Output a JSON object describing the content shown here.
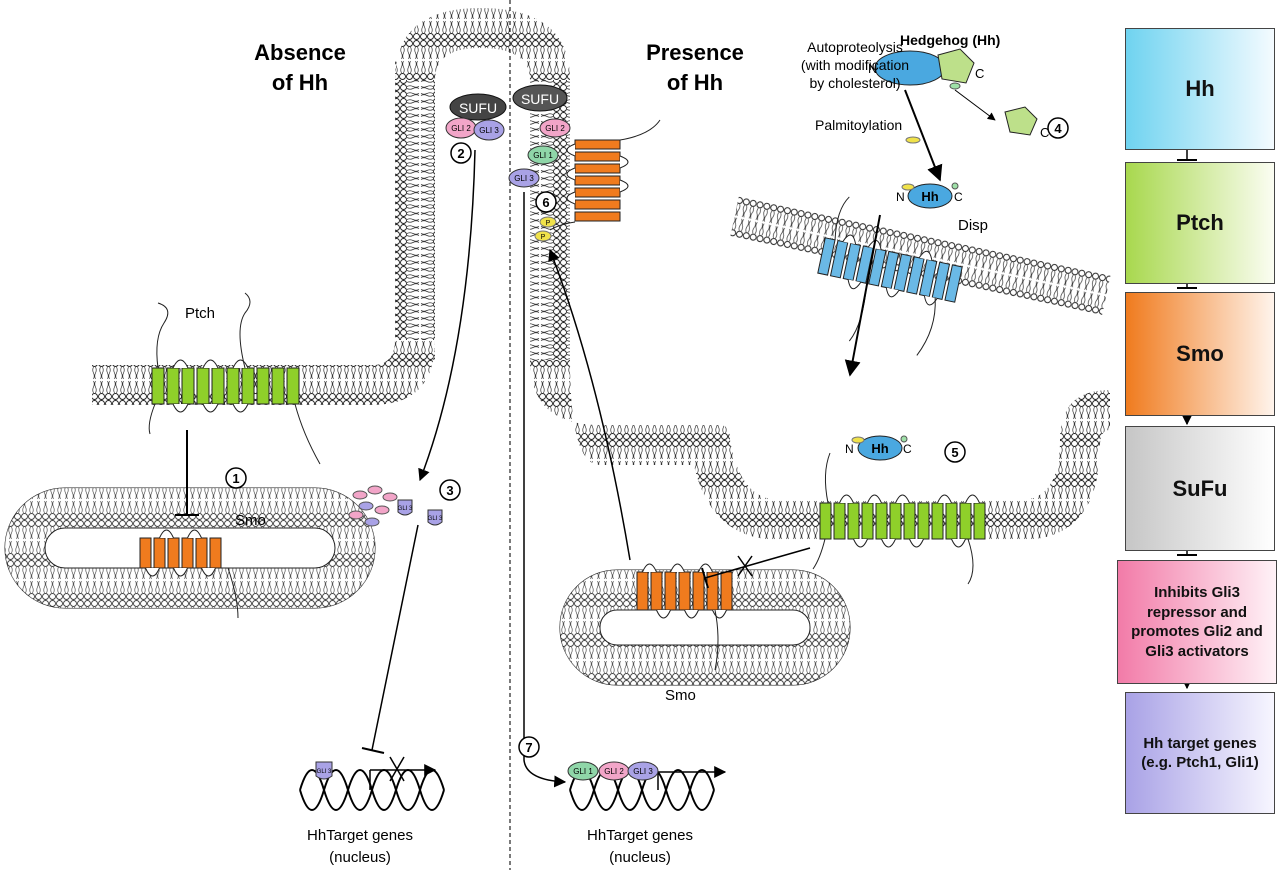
{
  "left": {
    "title_line1": "Absence",
    "title_line2": "of Hh",
    "ptch": "Ptch",
    "smo": "Smo",
    "sufu": "SUFU",
    "gli2": "GLI 2",
    "gli3": "GLI 3",
    "gli3_a": "GLI 3",
    "gli3_b": "GLI 3",
    "gli3_nuc": "GLI 3",
    "genes": "HhTarget genes",
    "nucleus": "(nucleus)",
    "steps": [
      "1",
      "2",
      "3"
    ]
  },
  "right": {
    "title_line1": "Presence",
    "title_line2": "of Hh",
    "hedgehog": "Hedgehog (Hh)",
    "autoproteolysis_1": "Autoproteolysis",
    "autoproteolysis_2": "(with modification",
    "autoproteolysis_3": "by cholesterol)",
    "palmitoylation": "Palmitoylation",
    "n_label": "N",
    "c_label": "C",
    "hh": "Hh",
    "disp": "Disp",
    "smo": "Smo",
    "sufu": "SUFU",
    "gli1": "GLI 1",
    "gli2": "GLI 2",
    "gli3": "GLI 3",
    "p": "P",
    "genes": "HhTarget genes",
    "nucleus": "(nucleus)",
    "steps": [
      "4",
      "5",
      "6",
      "7"
    ]
  },
  "pathway": {
    "boxes": [
      {
        "label": "Hh",
        "color_from": "#6fd3f0",
        "color_to": "#f4fbff"
      },
      {
        "label": "Ptch",
        "color_from": "#a8d84e",
        "color_to": "#fbfdf2"
      },
      {
        "label": "Smo",
        "color_from": "#f07b1e",
        "color_to": "#fff4ec"
      },
      {
        "label": "SuFu",
        "color_from": "#c6c6c6",
        "color_to": "#ffffff"
      },
      {
        "label": "Inhibits Gli3 repressor and promotes Gli2 and Gli3 activators",
        "color_from": "#f27ba8",
        "color_to": "#fff2f7"
      },
      {
        "label": "Hh target genes (e.g. Ptch1, Gli1)",
        "color_from": "#a9a2e6",
        "color_to": "#f7f6ff"
      }
    ]
  },
  "colors": {
    "ptch": "#8fd02a",
    "smo": "#f07b1e",
    "disp": "#6ab9e6",
    "gli1": "#8fd6a8",
    "gli2": "#f2a5c8",
    "gli3": "#a9a2e6",
    "hh": "#4aa8e0"
  }
}
